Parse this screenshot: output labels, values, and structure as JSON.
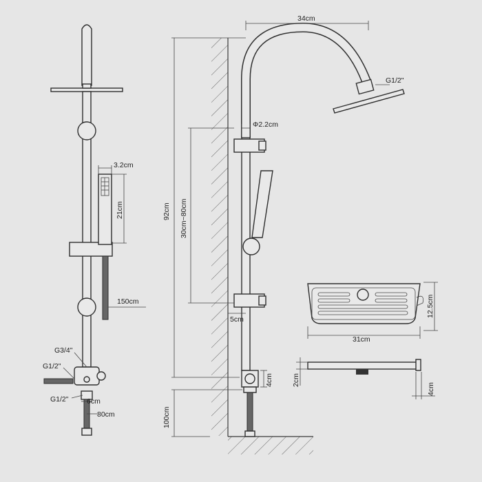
{
  "labels": {
    "arm_width": "34cm",
    "head_thread": "G1/2\"",
    "rail_diameter": "Φ2.2cm",
    "hand_width": "3.2cm",
    "hand_length": "21cm",
    "total_height": "92cm",
    "slide_range": "30cm~80cm",
    "hose_length": "150cm",
    "wall_offset": "5cm",
    "outlet_thread": "G3/4\"",
    "inlet_thread": "G1/2\"",
    "bottom_thread": "G1/2\"",
    "connector_depth": "6cm",
    "supply_hose": "80cm",
    "valve_height": "4cm",
    "floor_height": "100cm",
    "shelf_width": "31cm",
    "shelf_depth": "12.5cm",
    "shelf_thickness": "2cm",
    "shelf_clip": "4cm"
  },
  "colors": {
    "background": "#e6e6e6",
    "line": "#3a3a3a",
    "fill": "#e9e9e9"
  }
}
